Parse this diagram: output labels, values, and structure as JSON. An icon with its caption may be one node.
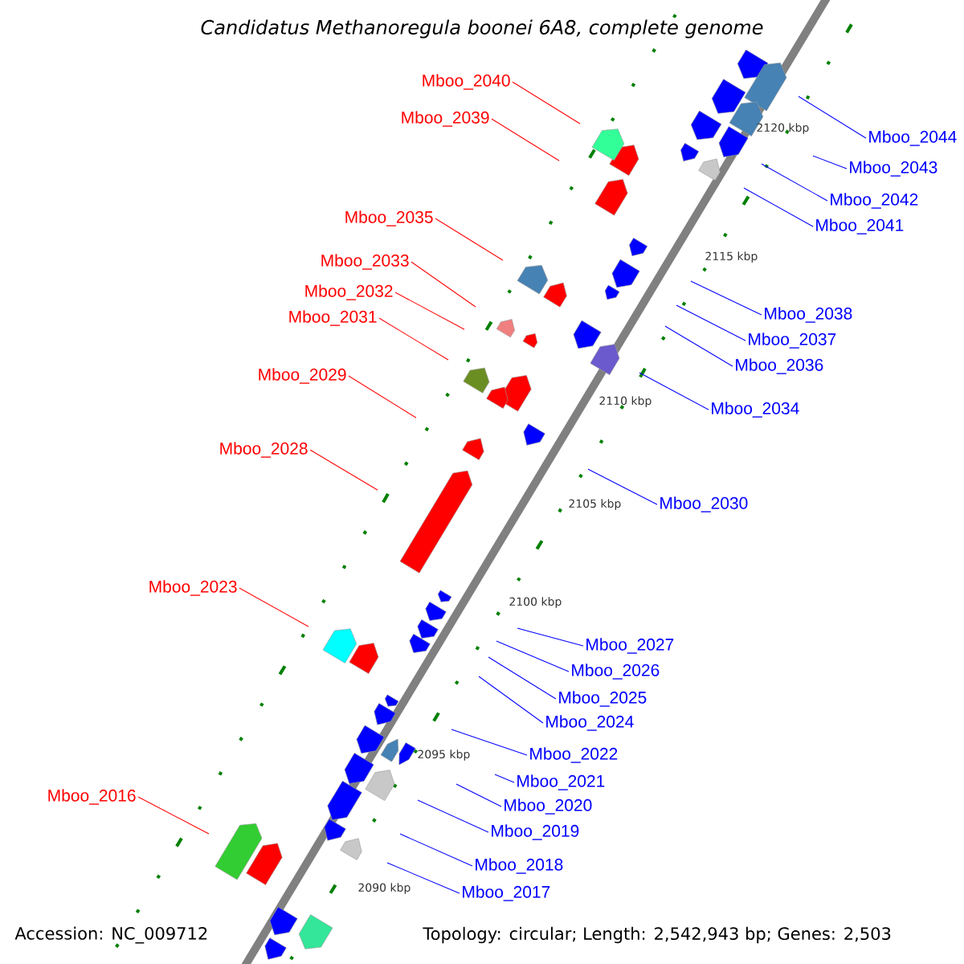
{
  "diagram": {
    "title": "Candidatus Methanoregula boonei 6A8, complete genome",
    "nodes": [
      {
        "text": [
          "Mboo_2040"
        ]
      },
      {
        "text": [
          "Mboo_2039"
        ]
      },
      {
        "text": [
          "Mboo_2044"
        ]
      },
      {
        "text": [
          "Mboo_2043"
        ]
      },
      {
        "text": [
          "Mboo_2042"
        ]
      },
      {
        "text": [
          "Mboo_2035"
        ]
      },
      {
        "text": [
          "Mboo_2041"
        ]
      },
      {
        "text": [
          "Mboo_2033"
        ]
      },
      {
        "text": [
          "Mboo_2032"
        ]
      },
      {
        "text": [
          "Mboo_2038"
        ]
      },
      {
        "text": [
          "Mboo_2031"
        ]
      },
      {
        "text": [
          "Mboo_2037"
        ]
      },
      {
        "text": [
          "Mboo_2036"
        ]
      },
      {
        "text": [
          "Mboo_2029"
        ]
      },
      {
        "text": [
          "Mboo_2034"
        ]
      },
      {
        "text": [
          "Mboo_2028"
        ]
      },
      {
        "text": [
          "Mboo_2030"
        ]
      },
      {
        "text": [
          "Mboo_2023"
        ]
      },
      {
        "text": [
          "Mboo_2027"
        ]
      },
      {
        "text": [
          "Mboo_2026"
        ]
      },
      {
        "text": [
          "Mboo_2025"
        ]
      },
      {
        "text": [
          "Mboo_2024"
        ]
      },
      {
        "text": [
          "Mboo_2022"
        ]
      },
      {
        "text": [
          "Mboo_2021"
        ]
      },
      {
        "text": [
          "Mboo_2016"
        ]
      },
      {
        "text": [
          "Mboo_2020"
        ]
      },
      {
        "text": [
          "Mboo_2019"
        ]
      },
      {
        "text": [
          "Mboo_2018"
        ]
      },
      {
        "text": [
          "Mboo_2017"
        ]
      }
    ],
    "edges": [
      {
        "from": 0,
        "to": null,
        "arrow": "none",
        "color": "#ff0000"
      },
      {
        "from": 1,
        "to": null,
        "arrow": "none",
        "color": "#ff0000"
      },
      {
        "from": 2,
        "to": null,
        "arrow": "none"
      },
      {
        "from": 3,
        "to": null,
        "arrow": "none"
      },
      {
        "from": 4,
        "to": null,
        "arrow": "none"
      },
      {
        "from": 5,
        "to": null,
        "arrow": "none",
        "color": "#ff0000"
      },
      {
        "from": 6,
        "to": null,
        "arrow": "none"
      },
      {
        "from": 7,
        "to": null,
        "arrow": "none",
        "color": "#ff0000"
      },
      {
        "from": 8,
        "to": null,
        "arrow": "none",
        "color": "#ff0000"
      },
      {
        "from": 9,
        "to": null,
        "arrow": "none"
      },
      {
        "from": 10,
        "to": null,
        "arrow": "none",
        "color": "#ff0000"
      },
      {
        "from": 11,
        "to": null,
        "arrow": "none"
      },
      {
        "from": 12,
        "to": null,
        "arrow": "none"
      },
      {
        "from": 13,
        "to": null,
        "arrow": "none",
        "color": "#ff0000"
      },
      {
        "from": 14,
        "to": null,
        "arrow": "none"
      },
      {
        "from": 15,
        "to": null,
        "arrow": "none",
        "color": "#ff0000"
      },
      {
        "from": 16,
        "to": null,
        "arrow": "none"
      },
      {
        "from": 17,
        "to": null,
        "arrow": "none",
        "color": "#ff0000"
      },
      {
        "from": 18,
        "to": null,
        "arrow": "none"
      },
      {
        "from": 19,
        "to": null,
        "arrow": "none"
      },
      {
        "from": 20,
        "to": null,
        "arrow": "none"
      },
      {
        "from": 21,
        "to": null,
        "arrow": "none"
      },
      {
        "from": 22,
        "to": null,
        "arrow": "none"
      },
      {
        "from": 23,
        "to": null,
        "arrow": "none"
      },
      {
        "from": 24,
        "to": null,
        "arrow": "none",
        "color": "#ff0000"
      },
      {
        "from": 25,
        "to": null,
        "arrow": "none"
      },
      {
        "from": 26,
        "to": null,
        "arrow": "none"
      },
      {
        "from": 27,
        "to": null,
        "arrow": "none"
      },
      {
        "from": 28,
        "to": null,
        "arrow": "none"
      }
    ],
    "labels": [
      "2120 kbp",
      "2115 kbp",
      "2110 kbp",
      "2105 kbp",
      "2100 kbp",
      "2095 kbp",
      "2090 kbp",
      "Accession: NC_009712",
      "Topology: circular; Length: 2,542,943 bp; Genes: 2,503"
    ]
  }
}
